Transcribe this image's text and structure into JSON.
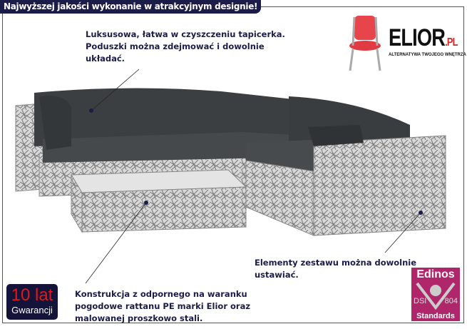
{
  "banner": {
    "title": "Najwyższej jakości wykonanie w atrakcyjnym designie!"
  },
  "notes": {
    "upholstery": "Luksusowa, łatwa w czyszczeniu tapicerka.\nPoduszki można zdejmować i dowolnie\nukładać.",
    "arrangement": "Elementy zestawu można dowolnie\nustawiać.",
    "construction": "Konstrukcja z odpornego na waranku\npogodowe rattanu PE marki Elior oraz\nmalowanej proszkowo stali."
  },
  "logo": {
    "name": "ELIOR",
    "domain": ".PL",
    "tagline": "ALTERNATYWA TWOJEGO WNĘTRZA"
  },
  "warranty": {
    "years": "10 lat",
    "label": "Gwarancji"
  },
  "certificate": {
    "name": "Edinos",
    "code_left": "DSI",
    "code_right": "804",
    "label": "Standards"
  },
  "colors": {
    "navy": "#1c1c48",
    "magenta": "#b0266a",
    "red": "#e01818"
  }
}
